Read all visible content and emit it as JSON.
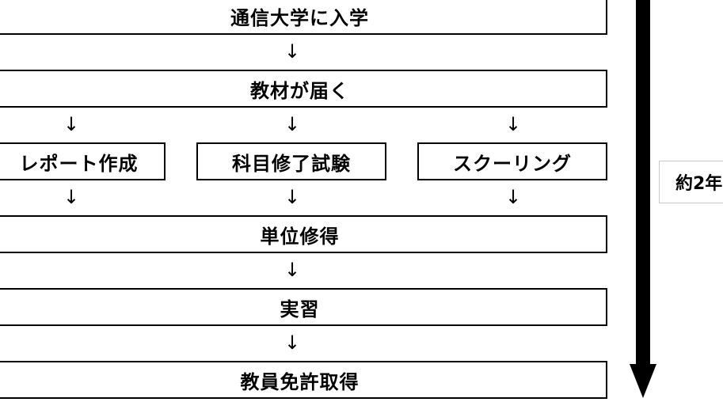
{
  "flow": {
    "enroll": "通信大学に入学",
    "materials": "教材が届く",
    "report": "レポート作成",
    "exam": "科目修了試験",
    "schooling": "スクーリング",
    "credits": "単位修得",
    "practicum": "実習",
    "license": "教員免許取得"
  },
  "arrow_symbol": "↓",
  "duration_label": "約2年",
  "colors": {
    "line": "#000000",
    "background": "#ffffff",
    "label_border": "#c8c8c8"
  }
}
